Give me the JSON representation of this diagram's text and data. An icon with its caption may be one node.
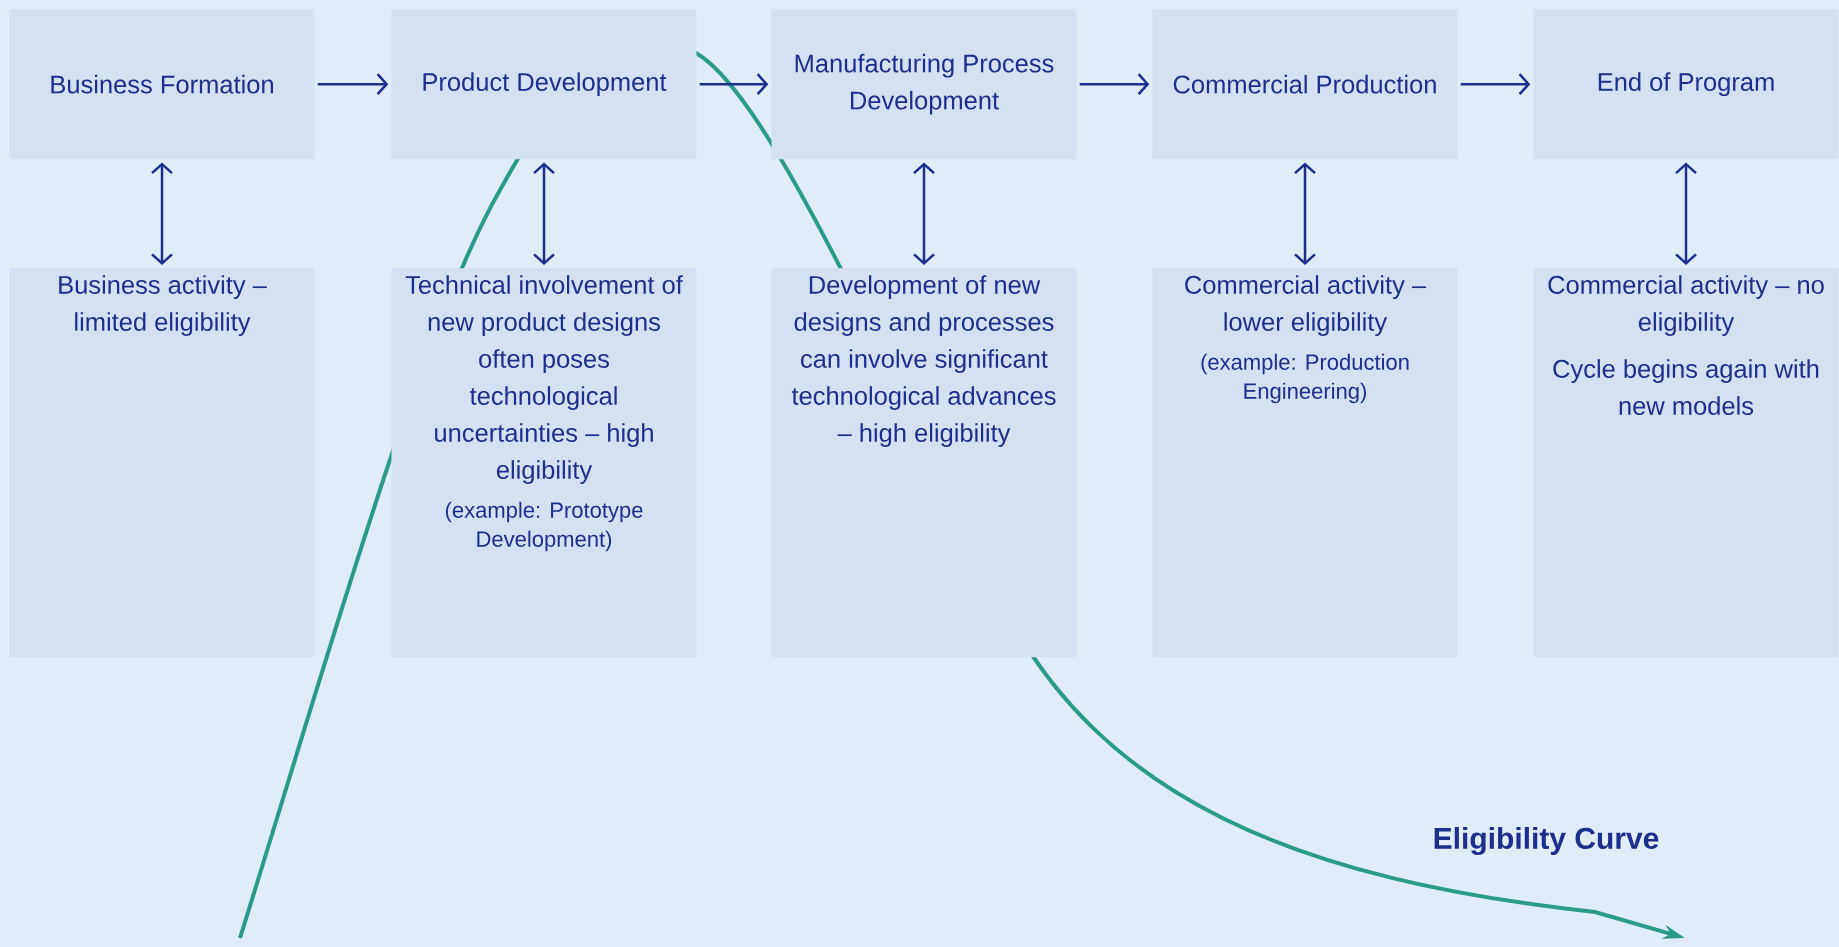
{
  "diagram": {
    "nodes": [
      {
        "text": [
          "Business Formation"
        ]
      },
      {
        "text": [
          "Product Development"
        ]
      },
      {
        "text": [
          "Manufacturing Process Development"
        ]
      },
      {
        "text": [
          "Commercial Production"
        ]
      },
      {
        "text": [
          "End of Program"
        ]
      },
      {
        "text": [
          "Business activity – limited eligibility"
        ]
      },
      {
        "text": [
          "Technical involvement of new product designs often poses technological uncertainties  – high eligibility",
          "(example: Prototype Development)"
        ]
      },
      {
        "text": [
          "Development of new designs and processes can involve significant technological advances  – high eligibility"
        ]
      },
      {
        "text": [
          "Commercial activity – lower eligibility",
          "(example: Production Engineering)"
        ]
      },
      {
        "text": [
          "Commercial activity – no eligibility",
          "Cycle begins again with new models"
        ]
      }
    ],
    "edges": [
      {
        "from": 0,
        "to": 1,
        "arrow": "to"
      },
      {
        "from": 1,
        "to": 2,
        "arrow": "to"
      },
      {
        "from": 2,
        "to": 3,
        "arrow": "to"
      },
      {
        "from": 3,
        "to": 4,
        "arrow": "to"
      },
      {
        "from": 0,
        "to": 5,
        "arrow": "both"
      },
      {
        "from": 1,
        "to": 6,
        "arrow": "both"
      },
      {
        "from": 2,
        "to": 7,
        "arrow": "both"
      },
      {
        "from": 3,
        "to": 8,
        "arrow": "both"
      },
      {
        "from": 4,
        "to": 9,
        "arrow": "both"
      }
    ],
    "labels": [
      "Eligibility Curve"
    ]
  }
}
